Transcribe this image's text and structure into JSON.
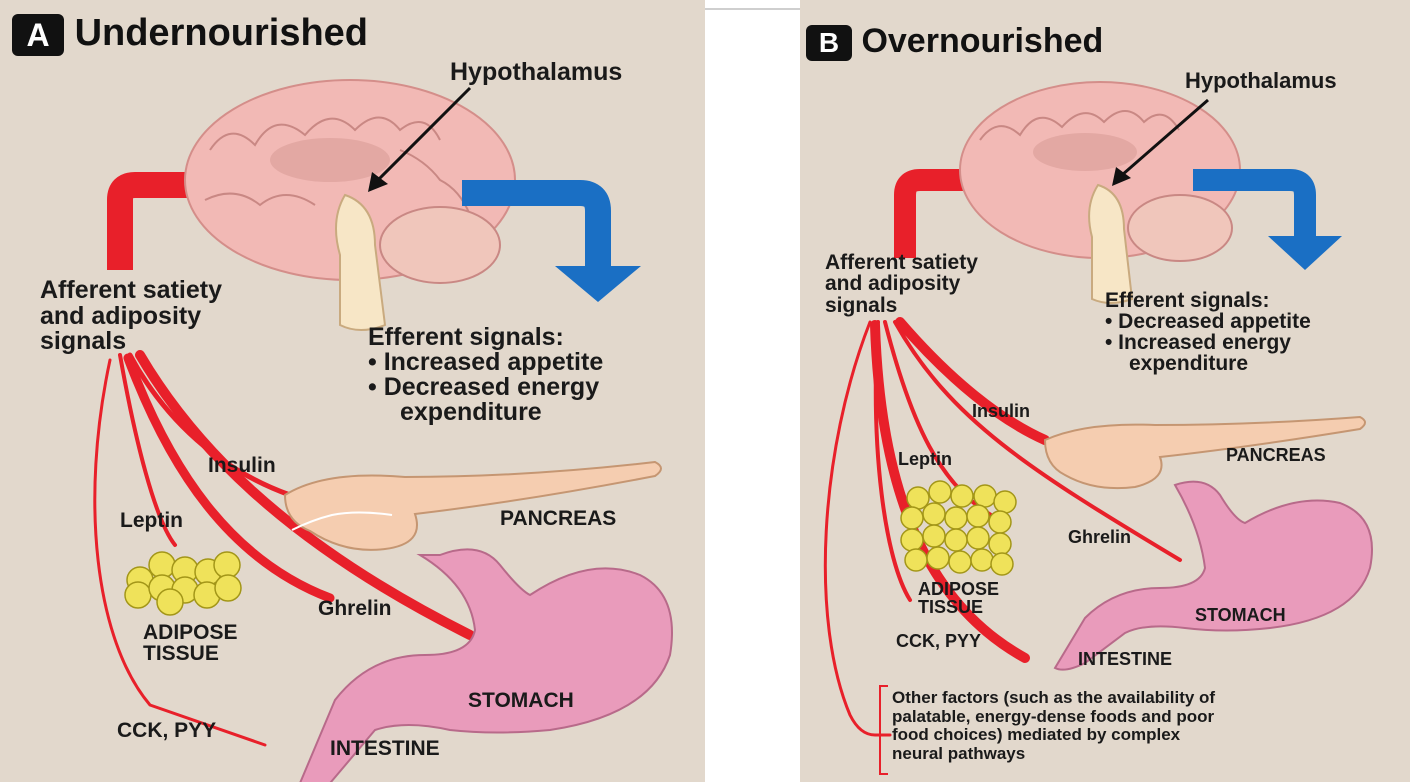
{
  "panel_a": {
    "badge": "A",
    "title": "Undernourished",
    "hypothalamus": "Hypothalamus",
    "afferent": [
      "Afferent satiety",
      "and adiposity",
      "signals"
    ],
    "efferent_title": "Efferent signals:",
    "efferent_items": [
      "• Increased appetite",
      "• Decreased energy",
      "expenditure"
    ],
    "insulin": "Insulin",
    "leptin": "Leptin",
    "ghrelin": "Ghrelin",
    "cck": "CCK, PYY",
    "pancreas": "PANCREAS",
    "adipose": [
      "ADIPOSE",
      "TISSUE"
    ],
    "stomach": "STOMACH",
    "intestine": "INTESTINE"
  },
  "panel_b": {
    "badge": "B",
    "title": "Overnourished",
    "hypothalamus": "Hypothalamus",
    "afferent": [
      "Afferent satiety",
      "and adiposity",
      "signals"
    ],
    "efferent_title": "Efferent signals:",
    "efferent_items": [
      "• Decreased appetite",
      "• Increased energy",
      "expenditure"
    ],
    "insulin": "Insulin",
    "leptin": "Leptin",
    "ghrelin": "Ghrelin",
    "cck": "CCK, PYY",
    "pancreas": "PANCREAS",
    "adipose": [
      "ADIPOSE",
      "TISSUE"
    ],
    "stomach": "STOMACH",
    "intestine": "INTESTINE",
    "other_factors": [
      "Other factors (such as the availability of",
      "palatable, energy-dense foods and poor",
      "food choices) mediated by complex",
      "neural pathways"
    ]
  },
  "colors": {
    "panel_bg": "#e2d8cc",
    "afferent_red": "#e8202a",
    "efferent_blue": "#1a6fc4",
    "brain_pink": "#f2b9b5",
    "stomach_pink": "#e99bbb",
    "pancreas_peach": "#f5cdb0",
    "adipose_yellow": "#efe25a"
  }
}
